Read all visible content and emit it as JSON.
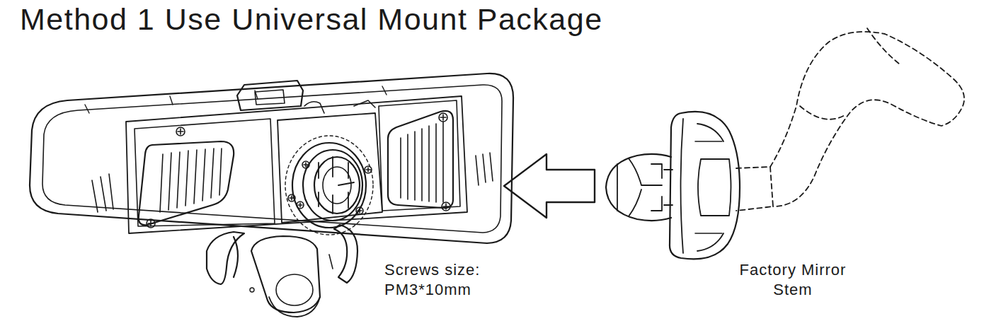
{
  "diagram": {
    "title": "Method 1 Use Universal Mount Package",
    "labels": [
      "Screws size: PM3*10mm",
      "Factory Mirror Stem"
    ]
  }
}
